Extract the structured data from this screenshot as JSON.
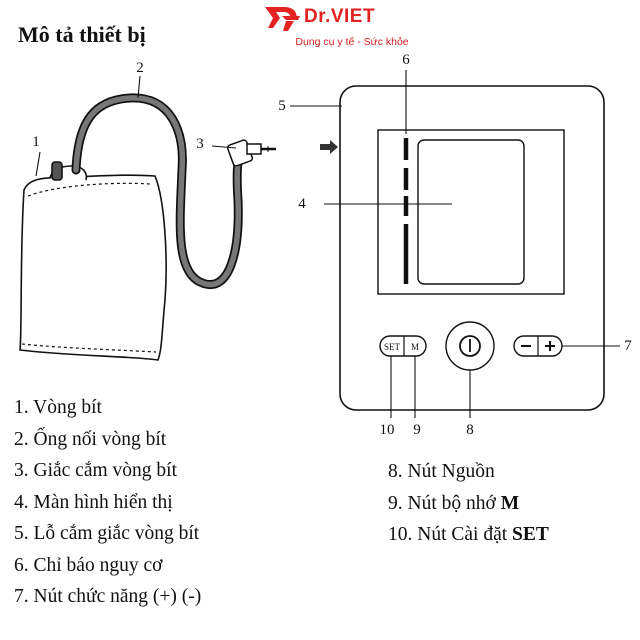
{
  "header": {
    "title": "Mô tả thiết bị"
  },
  "brand": {
    "name": "Dr.VIET",
    "tagline": "Dụng cụ y tế - Sức khỏe",
    "color": "#e32222"
  },
  "callouts": {
    "c1": "1",
    "c2": "2",
    "c3": "3",
    "c4": "4",
    "c5": "5",
    "c6": "6",
    "c7": "7",
    "c8": "8",
    "c9": "9",
    "c10": "10"
  },
  "device": {
    "set_label": "SET",
    "m_label": "M",
    "minus_label": "−",
    "plus_label": "+"
  },
  "legend": {
    "items": [
      {
        "text": "1. Vòng bít"
      },
      {
        "text": "2. Ống nối vòng bít"
      },
      {
        "text": "3. Giắc cắm vòng bít"
      },
      {
        "text": "4. Màn hình hiển thị"
      },
      {
        "text": "5. Lỗ cắm giắc vòng bít"
      },
      {
        "text": "6. Chỉ báo nguy cơ"
      },
      {
        "text": "7. Nút chức năng (+) (-)"
      },
      {
        "text": "8. Nút Nguồn"
      },
      {
        "prefix": "9. Nút bộ nhớ ",
        "bold": "M"
      },
      {
        "prefix": "10. Nút Cài đặt ",
        "bold": "SET"
      }
    ]
  }
}
